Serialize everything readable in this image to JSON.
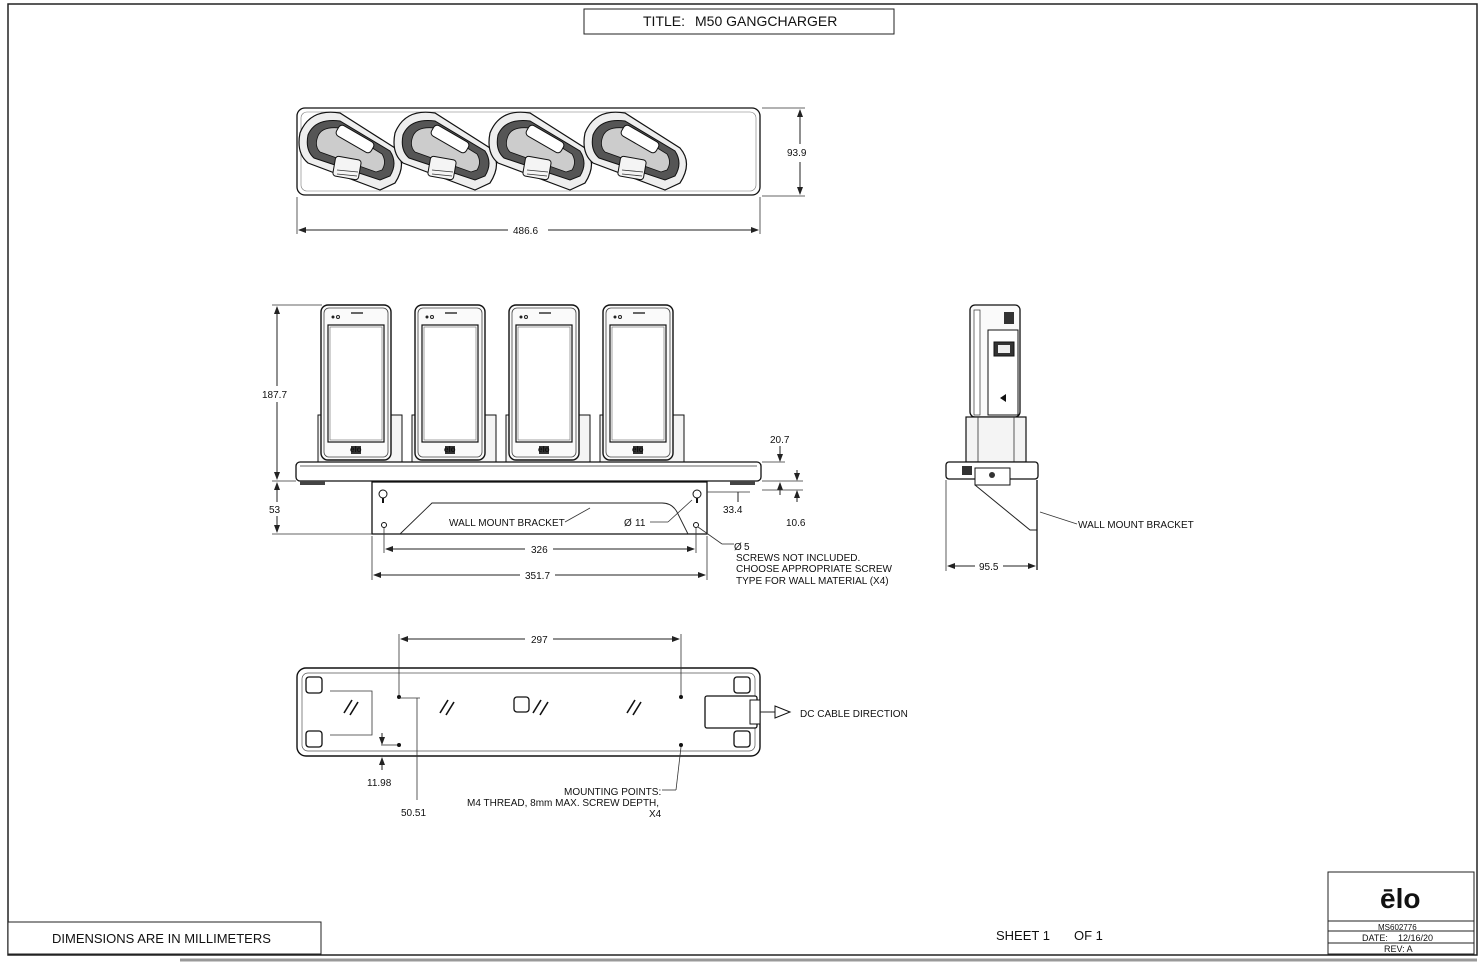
{
  "title": {
    "prefix": "TITLE:",
    "name": "M50 GANGCHARGER"
  },
  "top_view": {
    "width": "486.6",
    "height": "93.9"
  },
  "front_view": {
    "height": "187.7",
    "bracket_height": "53",
    "base_offset": "20.7",
    "hole_top": "33.4",
    "hole_bottom": "10.6",
    "bracket_label": "WALL MOUNT BRACKET",
    "keyhole_dia_symbol": "Ø",
    "keyhole_dia": "11",
    "screw_dia_symbol": "Ø",
    "screw_dia": "5",
    "hole_spacing": "326",
    "bracket_width": "351.7",
    "screw_note": [
      "SCREWS NOT INCLUDED.",
      "CHOOSE APPROPRIATE SCREW",
      "TYPE FOR WALL MATERIAL (X4)"
    ]
  },
  "side_view": {
    "bracket_label": "WALL MOUNT BRACKET",
    "depth": "95.5"
  },
  "bottom_view": {
    "spacing": "297",
    "edge_x": "11.98",
    "edge_y": "50.51",
    "dc_label": "DC CABLE DIRECTION",
    "mount_note": [
      "MOUNTING POINTS:",
      "M4 THREAD, 8mm MAX. SCREW DEPTH,",
      "X4"
    ]
  },
  "footer": {
    "units_note": "DIMENSIONS ARE IN MILLIMETERS",
    "sheet": "SHEET 1",
    "of": "OF 1",
    "logo_text": "ēlo",
    "part_number": "MS602776",
    "date_label": "DATE:",
    "date_value": "12/16/20",
    "rev": "REV: A"
  },
  "device_logo": "elo",
  "colors": {
    "line": "#222222",
    "fill_light": "#f7f7f7",
    "fill_mid": "#dddddd",
    "fill_dark": "#555555"
  }
}
